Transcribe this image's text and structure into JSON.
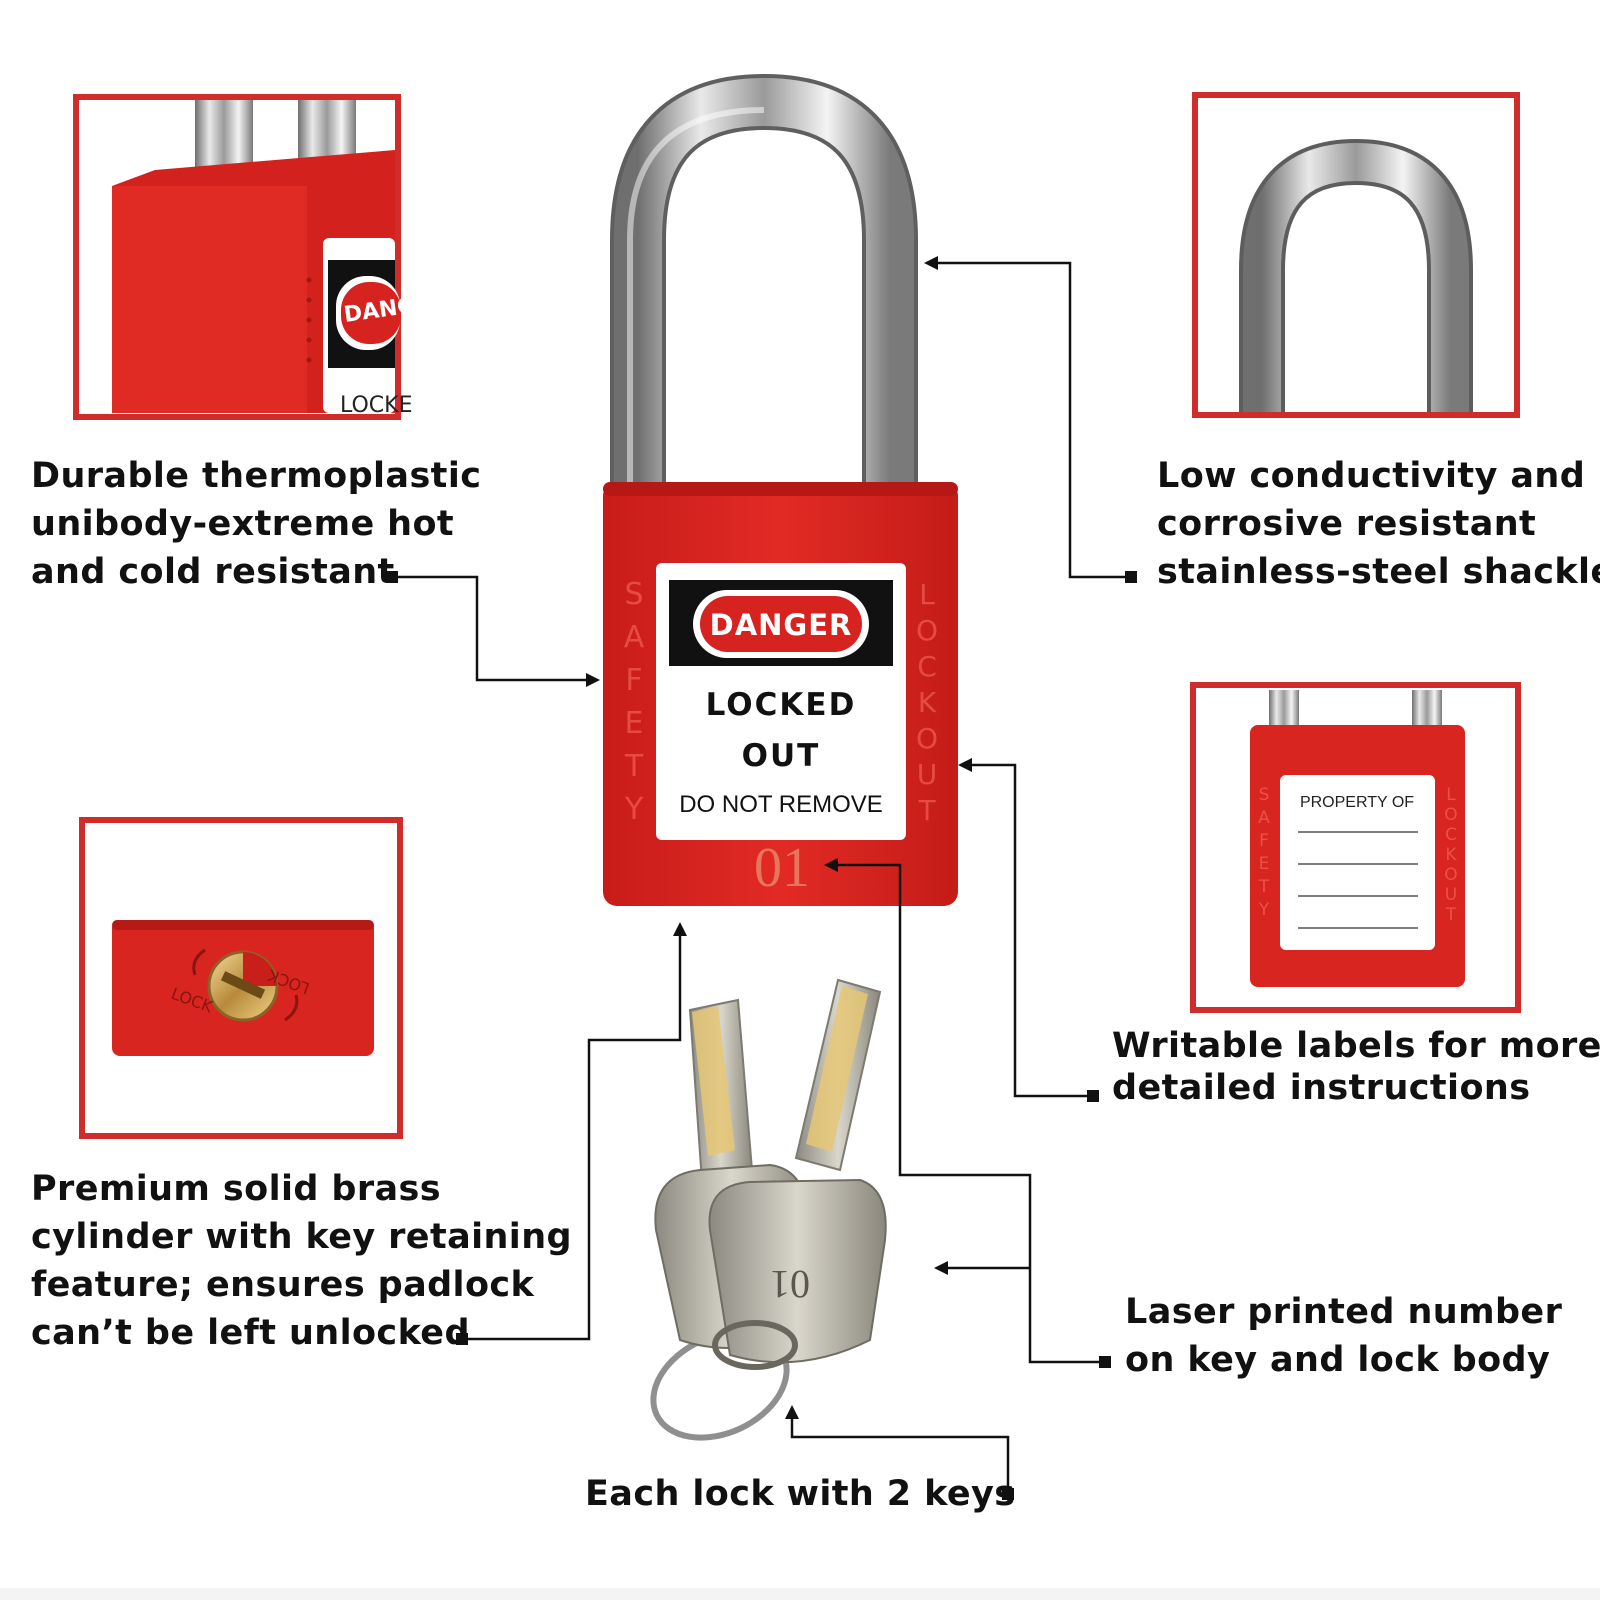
{
  "colors": {
    "accent_red": "#d6231f",
    "frame_red": "#d12c2c",
    "steel": "#c8c8c8",
    "brass": "#d9b36a",
    "text": "#111111"
  },
  "padlock": {
    "tag_header": "DANGER",
    "tag_line1": "LOCKED",
    "tag_line2": "OUT",
    "tag_line3": "DO NOT REMOVE",
    "side_left": "SAFETY",
    "side_right": "LOCKOUT",
    "engraved_number": "01"
  },
  "insets": {
    "body_closeup_label": "DANGE",
    "body_closeup_label2": "LOCKE",
    "cylinder_lock_left": "LOCK",
    "cylinder_lock_right": "LOCK",
    "writable_label_title": "PROPERTY OF",
    "writable_side_left": "SAFETY",
    "writable_side_right": "LOCKOUT"
  },
  "keys": {
    "engraved": "01"
  },
  "captions": {
    "thermoplastic": [
      "Durable thermoplastic",
      "unibody-extreme hot",
      "and cold resistant"
    ],
    "shackle": [
      "Low conductivity and",
      "corrosive resistant",
      "stainless-steel shackle"
    ],
    "writable": [
      "Writable labels for more",
      "detailed instructions"
    ],
    "brass": [
      "Premium solid brass",
      "cylinder with key retaining",
      "feature; ensures padlock",
      "can’t be left unlocked"
    ],
    "laser": [
      "Laser printed number",
      "on key and lock body"
    ],
    "keys": [
      "Each lock with 2 keys"
    ]
  }
}
